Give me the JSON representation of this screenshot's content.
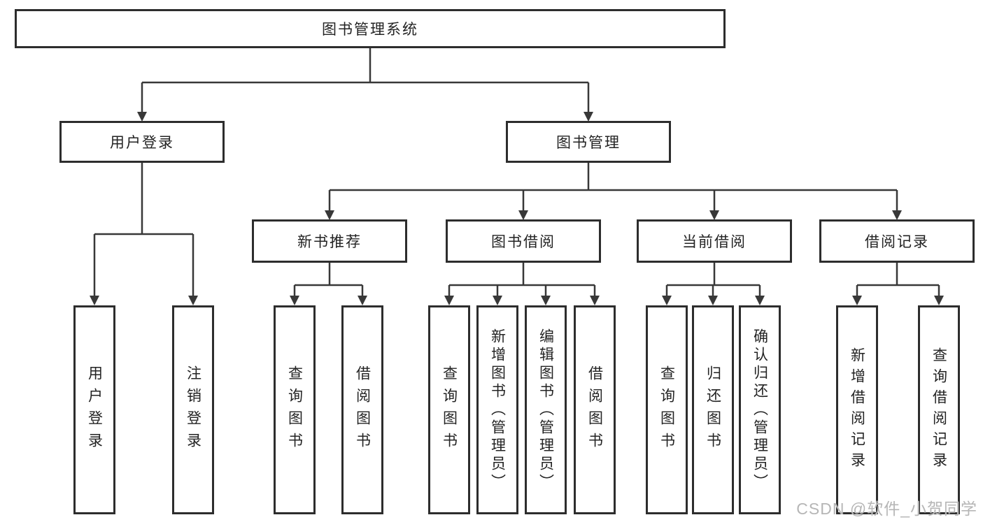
{
  "tree": {
    "root": "图书管理系统",
    "branches": [
      {
        "label": "用户登录",
        "children": [
          {
            "label": "用户登录"
          },
          {
            "label": "注销登录"
          }
        ]
      },
      {
        "label": "图书管理",
        "children": [
          {
            "label": "新书推荐",
            "children": [
              {
                "label": "查询图书"
              },
              {
                "label": "借阅图书"
              }
            ]
          },
          {
            "label": "图书借阅",
            "children": [
              {
                "label": "查询图书"
              },
              {
                "label": "新增图书（管理员）"
              },
              {
                "label": "编辑图书（管理员）"
              },
              {
                "label": "借阅图书"
              }
            ]
          },
          {
            "label": "当前借阅",
            "children": [
              {
                "label": "查询图书"
              },
              {
                "label": "归还图书"
              },
              {
                "label": "确认归还（管理员）"
              }
            ]
          },
          {
            "label": "借阅记录",
            "children": [
              {
                "label": "新增借阅记录"
              },
              {
                "label": "查询借阅记录"
              }
            ]
          }
        ]
      }
    ]
  },
  "watermark": {
    "text": "CSDN @软件_小贺同学"
  },
  "colors": {
    "background": "#ffffff",
    "box_border": "#2d2d2d",
    "line": "#383838",
    "text": "#232323",
    "watermark": "#b6b6b6"
  }
}
